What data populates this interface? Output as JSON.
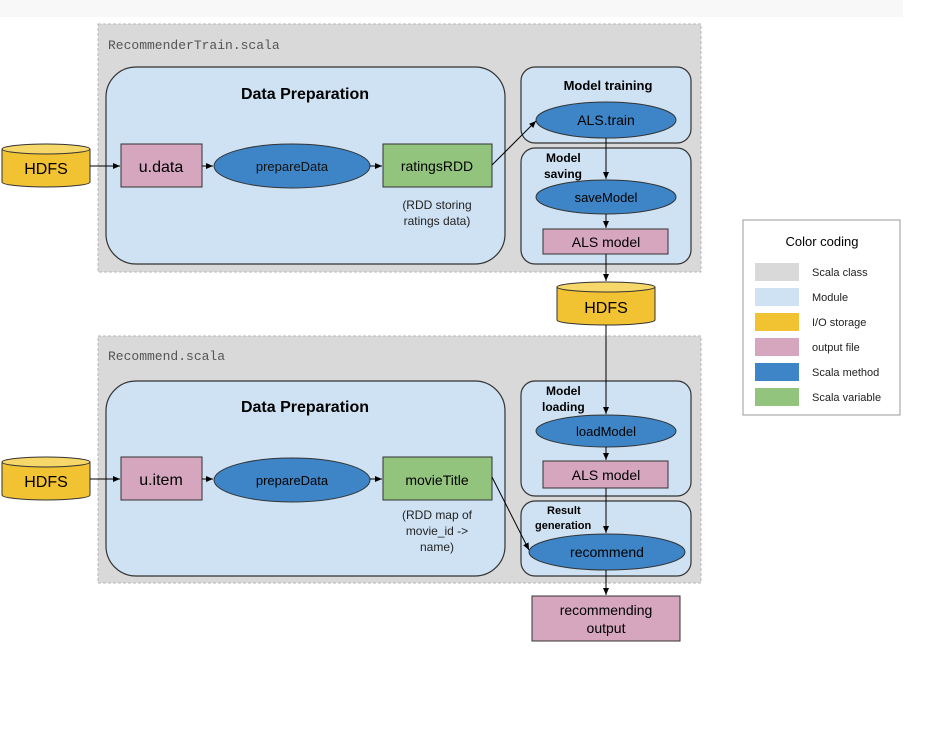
{
  "colors": {
    "scala_class": "#d9d9d9",
    "module": "#cfe2f3",
    "io_storage": "#f1c232",
    "output_file": "#d5a6bd",
    "scala_method": "#3d85c6",
    "scala_variable": "#93c47d"
  },
  "train": {
    "class_name": "RecommenderTrain.scala",
    "hdfs_in": "HDFS",
    "data_prep_title": "Data Preparation",
    "input_file": "u.data",
    "prepare_method": "prepareData",
    "variable": "ratingsRDD",
    "variable_note_1": "(RDD storing",
    "variable_note_2": "ratings data)",
    "training_title": "Model training",
    "train_method": "ALS.train",
    "saving_title_1": "Model",
    "saving_title_2": "saving",
    "save_method": "saveModel",
    "model_file": "ALS model"
  },
  "hdfs_mid": "HDFS",
  "recommend": {
    "class_name": "Recommend.scala",
    "hdfs_in": "HDFS",
    "data_prep_title": "Data Preparation",
    "input_file": "u.item",
    "prepare_method": "prepareData",
    "variable": "movieTitle",
    "variable_note_1": "(RDD map of",
    "variable_note_2": "movie_id ->",
    "variable_note_3": "name)",
    "loading_title_1": "Model",
    "loading_title_2": "loading",
    "load_method": "loadModel",
    "model_file": "ALS model",
    "result_title_1": "Result",
    "result_title_2": "generation",
    "recommend_method": "recommend",
    "output_1": "recommending",
    "output_2": "output"
  },
  "legend": {
    "title": "Color coding",
    "items": [
      {
        "label": "Scala class",
        "color": "#d9d9d9"
      },
      {
        "label": "Module",
        "color": "#cfe2f3"
      },
      {
        "label": "I/O storage",
        "color": "#f1c232"
      },
      {
        "label": "output file",
        "color": "#d5a6bd"
      },
      {
        "label": "Scala method",
        "color": "#3d85c6"
      },
      {
        "label": "Scala variable",
        "color": "#93c47d"
      }
    ]
  }
}
